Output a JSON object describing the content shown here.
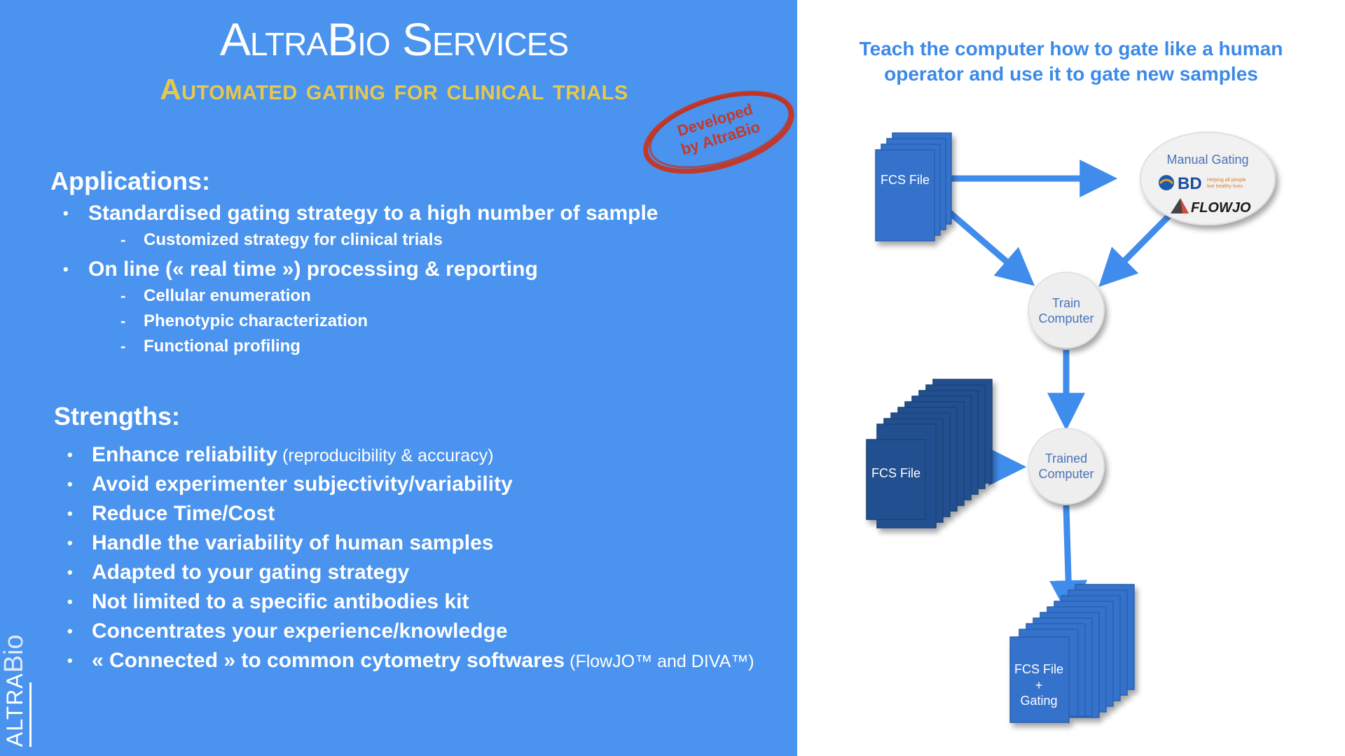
{
  "header": {
    "title": "AltraBio Services",
    "subtitle": "Automated gating for clinical trials",
    "stamp_line1": "Developed",
    "stamp_line2": "by AltraBio"
  },
  "applications": {
    "heading": "Applications:",
    "items": [
      {
        "label": "Standardised gating strategy to a high number of sample",
        "sub": [
          "Customized strategy for clinical trials"
        ]
      },
      {
        "label": "On line (« real time ») processing & reporting",
        "sub": [
          "Cellular enumeration",
          "Phenotypic characterization",
          "Functional profiling"
        ]
      }
    ]
  },
  "strengths": {
    "heading": "Strengths:",
    "items": [
      {
        "label": "Enhance reliability",
        "note": " (reproducibility & accuracy)"
      },
      {
        "label": "Avoid experimenter subjectivity/variability",
        "note": ""
      },
      {
        "label": "Reduce Time/Cost",
        "note": ""
      },
      {
        "label": "Handle the variability of human samples",
        "note": ""
      },
      {
        "label": "Adapted to your gating strategy",
        "note": ""
      },
      {
        "label": "Not limited to a specific antibodies kit",
        "note": ""
      },
      {
        "label": "Concentrates your experience/knowledge",
        "note": ""
      },
      {
        "label": "« Connected » to common cytometry softwares",
        "note": " (FlowJO™ and DIVA™)"
      }
    ]
  },
  "side_logo": {
    "altra": "ALTRA",
    "bio": "Bio"
  },
  "diagram": {
    "title": "Teach the computer how to gate like a human operator and use it to gate new samples",
    "fcs_file_label": "FCS File",
    "manual_gating_label": "Manual Gating",
    "bd_logo_text": "BD",
    "bd_tagline_line1": "Helping all people",
    "bd_tagline_line2": "live healthy lives",
    "flowjo_logo_text": "FLOWJO",
    "train_line1": "Train",
    "train_line2": "Computer",
    "trained_line1": "Trained",
    "trained_line2": "Computer",
    "fcs_batch_label": "FCS File",
    "output_line1": "FCS File",
    "output_line2": "+",
    "output_line3": "Gating"
  },
  "colors": {
    "panel_blue": "#4a93ee",
    "accent_blue": "#3c8ae8",
    "subtitle_gold": "#e7c84f",
    "stamp_red": "#c2392b",
    "file_blue": "#3572cc",
    "file_dark": "#23508f"
  }
}
